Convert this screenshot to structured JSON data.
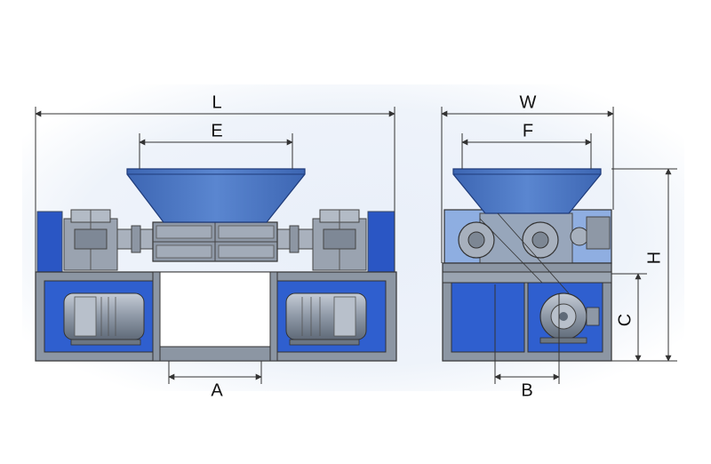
{
  "labels": {
    "L": "L",
    "E": "E",
    "A": "A",
    "W": "W",
    "F": "F",
    "B": "B",
    "H": "H",
    "C": "C"
  },
  "colors": {
    "background_glow": "#dfe8f6",
    "frame_blue": "#1f4fbf",
    "frame_grey": "#7f8b99",
    "hopper_blue": "#4a78c8",
    "machine_grey": "#9aa4b1",
    "panel_blue_light": "#6f97d8",
    "dimension_line": "#333333"
  }
}
